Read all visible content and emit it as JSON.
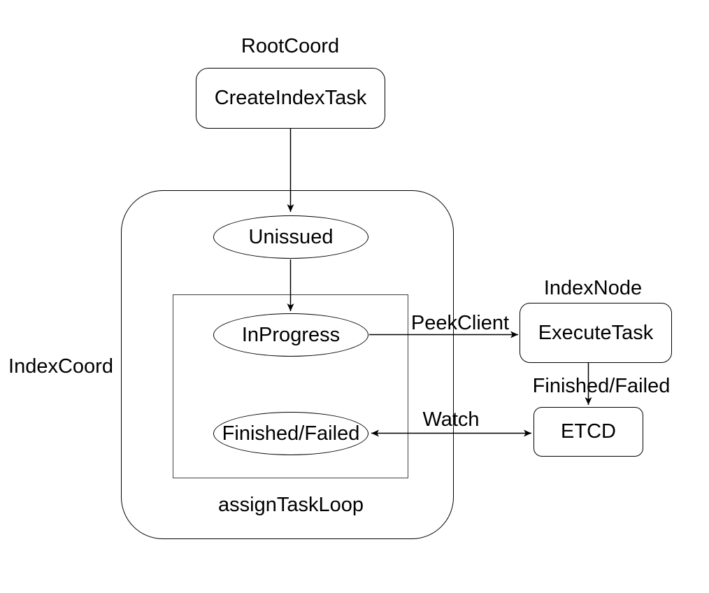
{
  "colors": {
    "background": "#ffffff",
    "stroke": "#000000",
    "inner_rect_stroke": "#404040",
    "text": "#000000"
  },
  "groups": {
    "root_coord": {
      "label": "RootCoord"
    },
    "index_coord": {
      "label": "IndexCoord"
    },
    "index_node": {
      "label": "IndexNode"
    },
    "assign_task_loop": {
      "label": "assignTaskLoop"
    }
  },
  "nodes": {
    "create_index_task": {
      "label": "CreateIndexTask",
      "shape": "rounded-rect",
      "group": "root_coord"
    },
    "unissued": {
      "label": "Unissued",
      "shape": "ellipse",
      "group": "index_coord"
    },
    "in_progress": {
      "label": "InProgress",
      "shape": "ellipse",
      "group": "assign_task_loop"
    },
    "finished_failed": {
      "label": "Finished/Failed",
      "shape": "ellipse",
      "group": "assign_task_loop"
    },
    "execute_task": {
      "label": "ExecuteTask",
      "shape": "rounded-rect",
      "group": "index_node"
    },
    "etcd": {
      "label": "ETCD",
      "shape": "rounded-rect",
      "group": ""
    }
  },
  "edges": {
    "create_to_unissued": {
      "from": "create_index_task",
      "to": "unissued",
      "label": "",
      "direction": "one-way"
    },
    "unissued_to_in_progress": {
      "from": "unissued",
      "to": "in_progress",
      "label": "",
      "direction": "one-way"
    },
    "peek_client": {
      "from": "in_progress",
      "to": "execute_task",
      "label": "PeekClient",
      "direction": "one-way"
    },
    "finished_failed": {
      "from": "execute_task",
      "to": "etcd",
      "label": "Finished/Failed",
      "direction": "one-way"
    },
    "watch": {
      "from": "finished_failed",
      "to": "etcd",
      "label": "Watch",
      "direction": "two-way"
    }
  }
}
